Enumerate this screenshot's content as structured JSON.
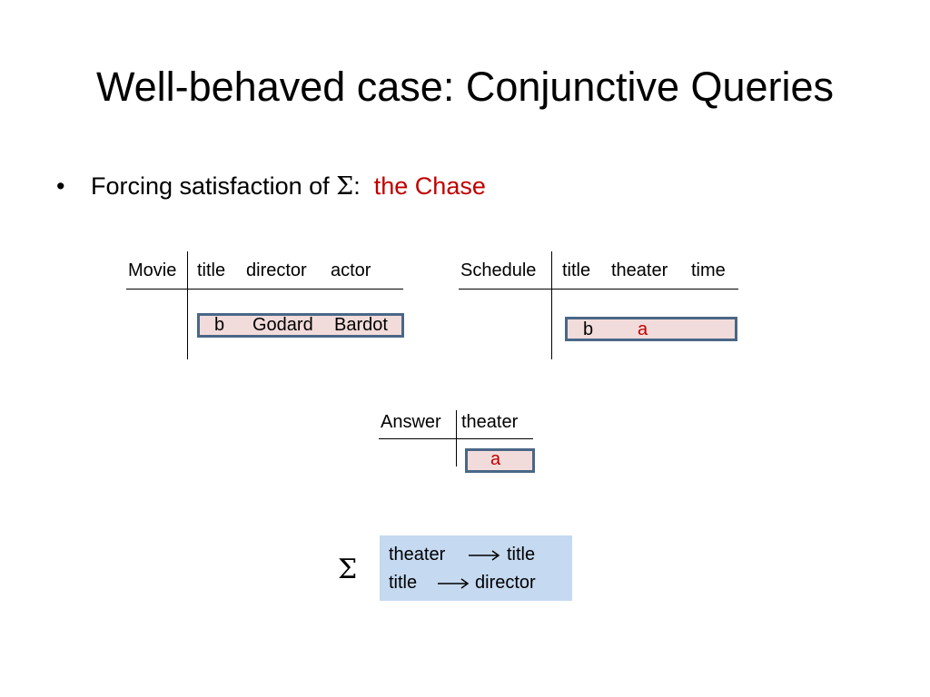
{
  "slide": {
    "title": "Well-behaved case: Conjunctive Queries",
    "bullet": {
      "marker": "•",
      "text": "Forcing satisfaction of",
      "symbol": "Σ",
      "colon": ":",
      "highlight": "the Chase"
    }
  },
  "movie_table": {
    "name": "Movie",
    "columns": [
      "title",
      "director",
      "actor"
    ],
    "row": [
      "b",
      "Godard",
      "Bardot"
    ]
  },
  "schedule_table": {
    "name": "Schedule",
    "columns": [
      "title",
      "theater",
      "time"
    ],
    "row": [
      "b",
      "a"
    ]
  },
  "answer_table": {
    "name": "Answer",
    "columns": [
      "theater"
    ],
    "row": [
      "a"
    ]
  },
  "sigma_box": {
    "symbol": "Σ",
    "dependencies": [
      {
        "left": "theater",
        "right": "title"
      },
      {
        "left": "title",
        "right": "director"
      }
    ]
  },
  "colors": {
    "highlight_red": "#c00000",
    "row_fill": "#f2dcdb",
    "row_border": "#4a6787",
    "sigma_fill": "#c5d9f1"
  }
}
